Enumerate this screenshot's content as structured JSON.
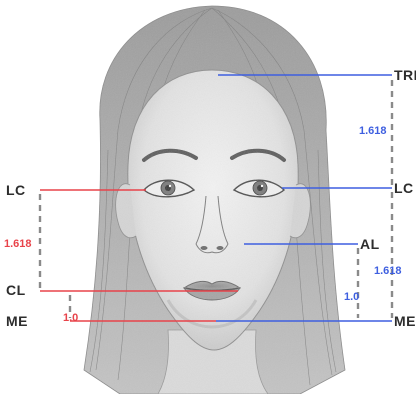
{
  "colors": {
    "red": "#e8434a",
    "blue": "#3e5fe0",
    "dash": "#8a8a8a",
    "text": "#2d2d2d"
  },
  "left_labels": {
    "lc": "LC",
    "cl": "CL",
    "me": "ME"
  },
  "right_labels": {
    "tri": "TRI",
    "lc": "LC",
    "al": "AL",
    "me": "ME"
  },
  "ratios": {
    "left_upper": "1.618",
    "left_lower": "1.0",
    "right_upper": "1.618",
    "right_middle": "1.618",
    "right_lower": "1.0"
  },
  "illustration": "pencil-sketch-face-icon"
}
